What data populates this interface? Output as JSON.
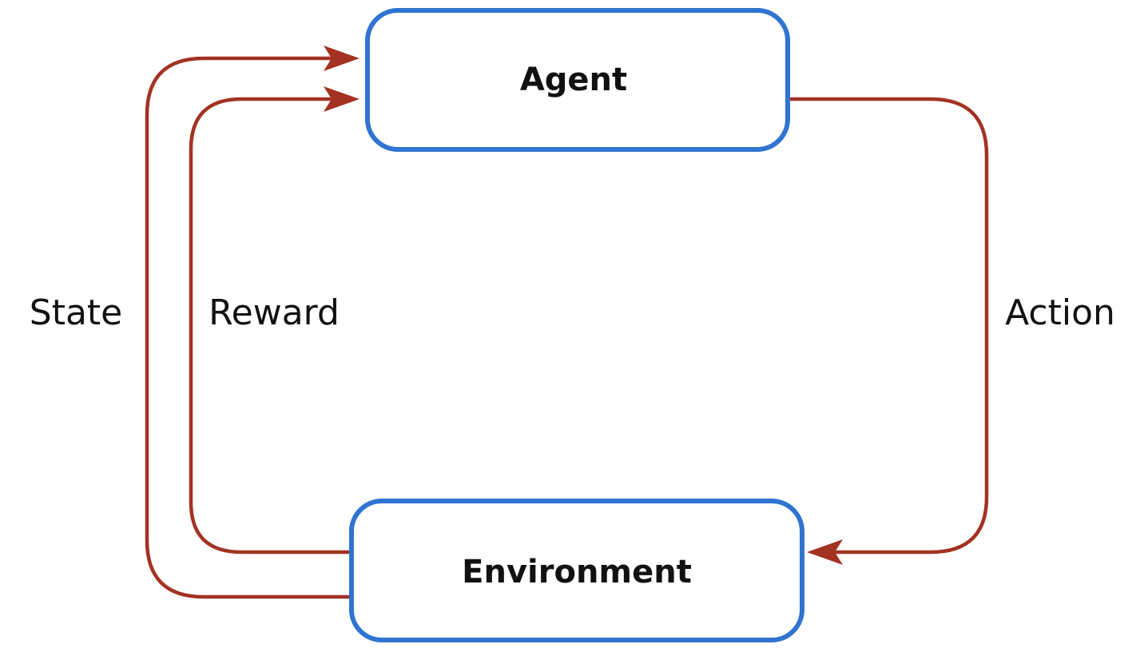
{
  "colors": {
    "node_border": "#2f74d0",
    "edge": "#a33222"
  },
  "nodes": {
    "agent": {
      "label": "Agent"
    },
    "environment": {
      "label": "Environment"
    }
  },
  "edges": {
    "state": {
      "label": "State",
      "from": "Environment",
      "to": "Agent"
    },
    "reward": {
      "label": "Reward",
      "from": "Environment",
      "to": "Agent"
    },
    "action": {
      "label": "Action",
      "from": "Agent",
      "to": "Environment"
    }
  }
}
